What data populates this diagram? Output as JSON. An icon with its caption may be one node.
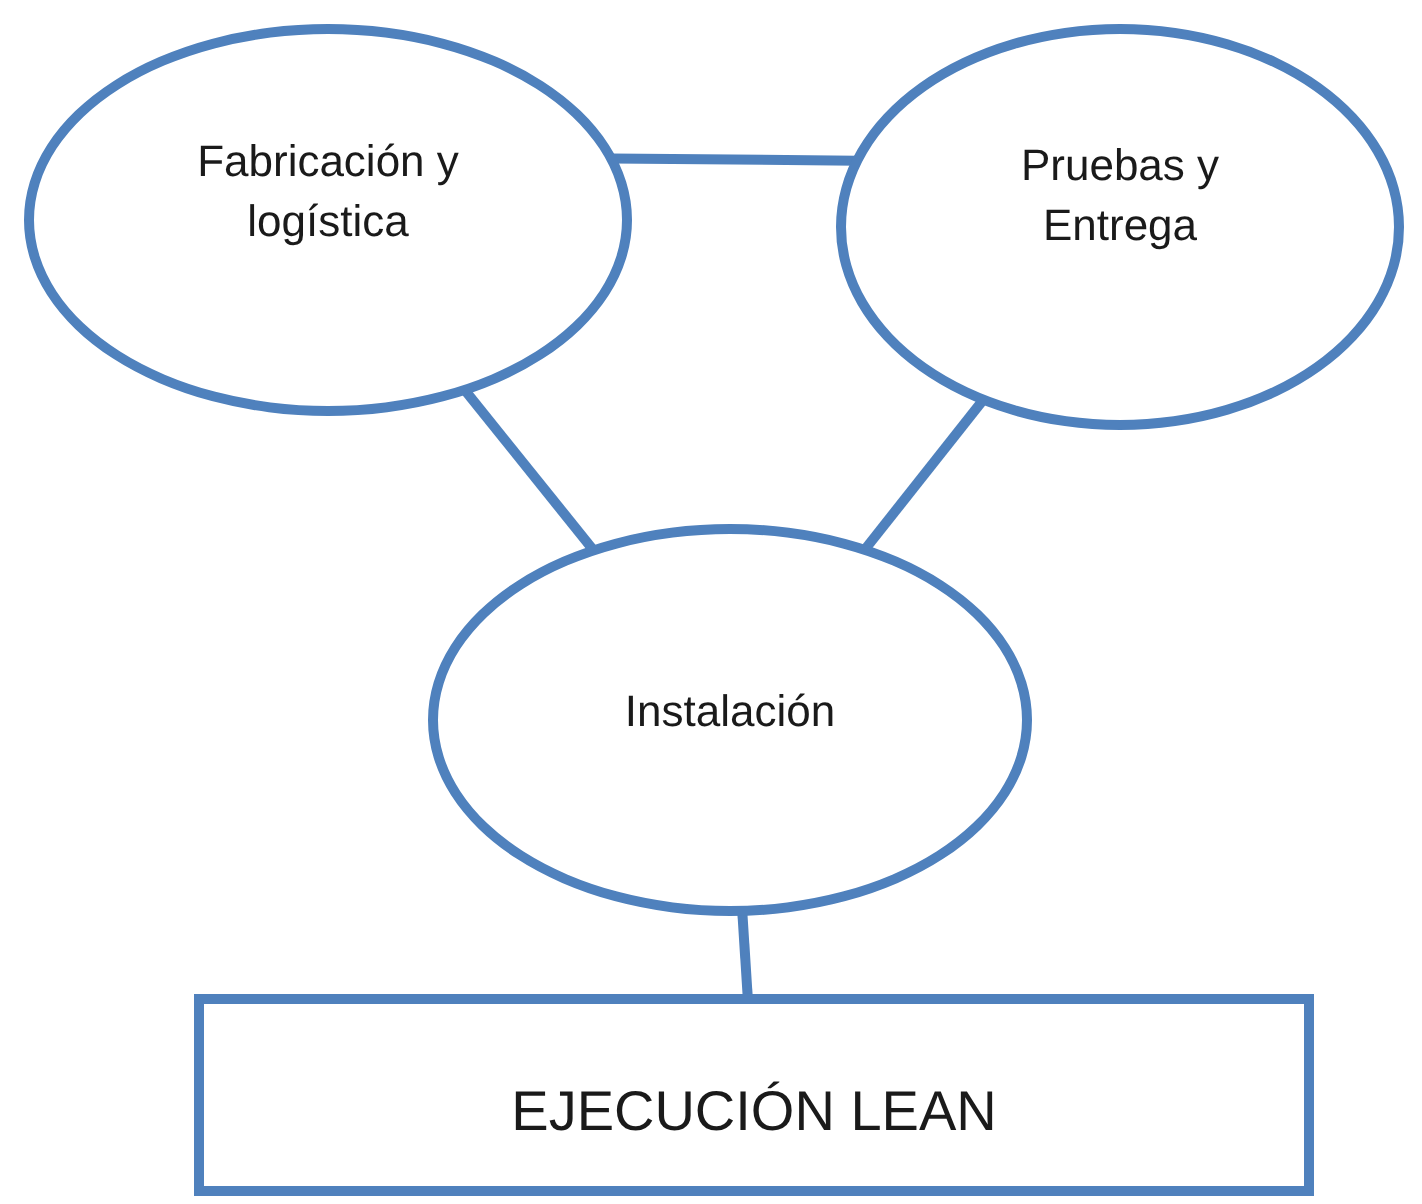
{
  "diagram": {
    "nodes": [
      {
        "text": [
          "Fabricación y logística"
        ]
      },
      {
        "text": [
          "Pruebas y Entrega"
        ]
      },
      {
        "text": [
          "Instalación"
        ]
      },
      {
        "text": [
          "EJECUCIÓN LEAN"
        ]
      }
    ],
    "edges": [
      {
        "from": 0,
        "to": 1,
        "arrow": "none"
      },
      {
        "from": 0,
        "to": 2,
        "arrow": "none"
      },
      {
        "from": 1,
        "to": 2,
        "arrow": "none"
      },
      {
        "from": 2,
        "to": 3,
        "arrow": "none"
      }
    ]
  }
}
